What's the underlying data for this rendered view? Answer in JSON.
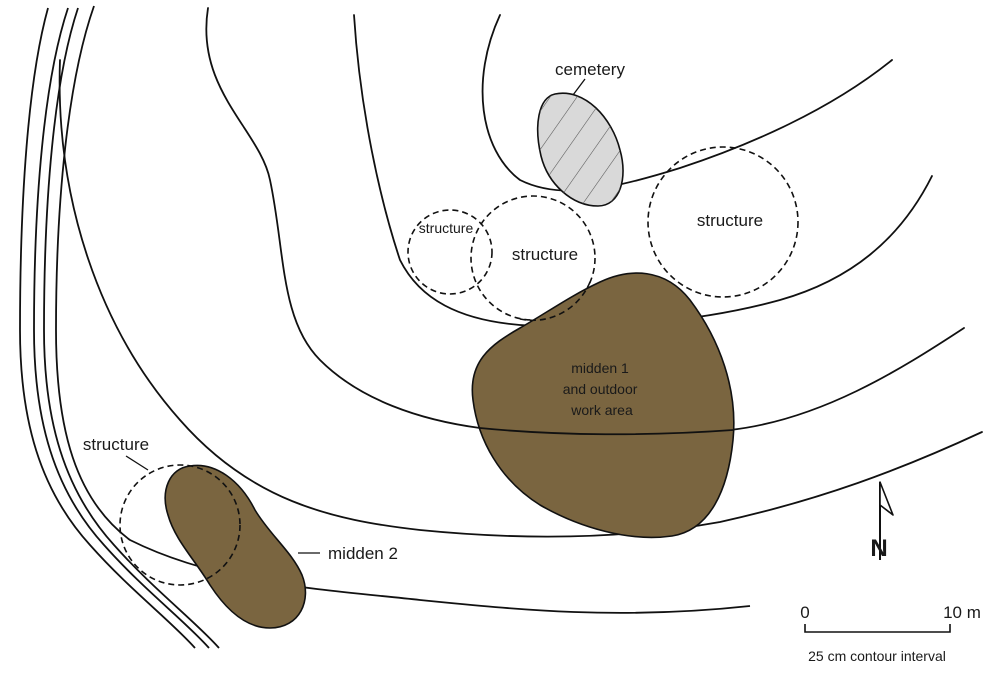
{
  "colors": {
    "midden_fill": "#7a6540",
    "cemetery_fill": "#d9d9d9",
    "line": "#111111",
    "background": "#ffffff"
  },
  "features": {
    "cemetery": {
      "label": "cemetery"
    },
    "structure_small": {
      "label": "structure"
    },
    "structure_center": {
      "label": "structure"
    },
    "structure_east": {
      "label": "structure"
    },
    "structure_west": {
      "label": "structure"
    },
    "midden1": {
      "lines": [
        "midden 1",
        "and outdoor",
        "work area"
      ]
    },
    "midden2": {
      "label": "midden 2"
    }
  },
  "north_arrow": {
    "label": "N",
    "icon": "north-arrow-icon"
  },
  "scale_bar": {
    "start_label": "0",
    "end_label": "10 m",
    "contour_interval": "25 cm contour interval"
  }
}
